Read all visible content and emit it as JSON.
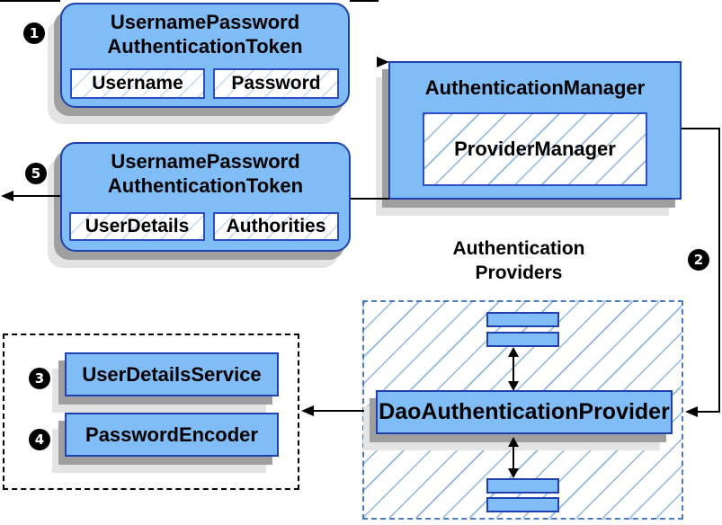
{
  "colors": {
    "box_fill": "#80bdf7",
    "box_border": "#2140b0",
    "inner_box_border": "#2c4fc8",
    "hatch_line": "#aecdf2",
    "providers_hatch_line": "#8fb6e4",
    "providers_dashed_border": "#4a7ac4",
    "services_dashed_border": "#000000",
    "shadow_dark": "#9f9f9f",
    "shadow_light": "#e4e4e4",
    "connector": "#000000",
    "badge_bg": "#000000",
    "badge_text": "#ffffff",
    "background": "#ffffff"
  },
  "steps": [
    "1",
    "2",
    "3",
    "4",
    "5"
  ],
  "request_token": {
    "title_line1": "UsernamePassword",
    "title_line2": "AuthenticationToken",
    "fields": [
      "Username",
      "Password"
    ]
  },
  "authentication_manager": {
    "title": "AuthenticationManager",
    "inner_label": "ProviderManager"
  },
  "response_token": {
    "title_line1": "UsernamePassword",
    "title_line2": "AuthenticationToken",
    "fields": [
      "UserDetails",
      "Authorities"
    ]
  },
  "providers_group": {
    "title_line1": "Authentication",
    "title_line2": "Providers",
    "provider_label": "DaoAuthenticationProvider"
  },
  "services_group": {
    "items": [
      "UserDetailsService",
      "PasswordEncoder"
    ]
  }
}
